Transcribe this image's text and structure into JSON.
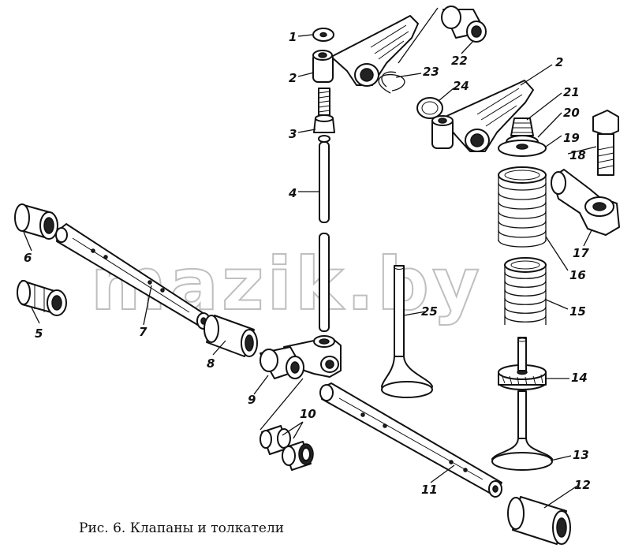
{
  "caption": "Рис. 6. Клапаны и толкатели",
  "watermark": "mazik.by",
  "labels": [
    "1",
    "2",
    "2",
    "3",
    "4",
    "5",
    "6",
    "7",
    "8",
    "9",
    "10",
    "11",
    "12",
    "13",
    "14",
    "15",
    "16",
    "17",
    "18",
    "19",
    "20",
    "21",
    "22",
    "23",
    "24",
    "25"
  ]
}
